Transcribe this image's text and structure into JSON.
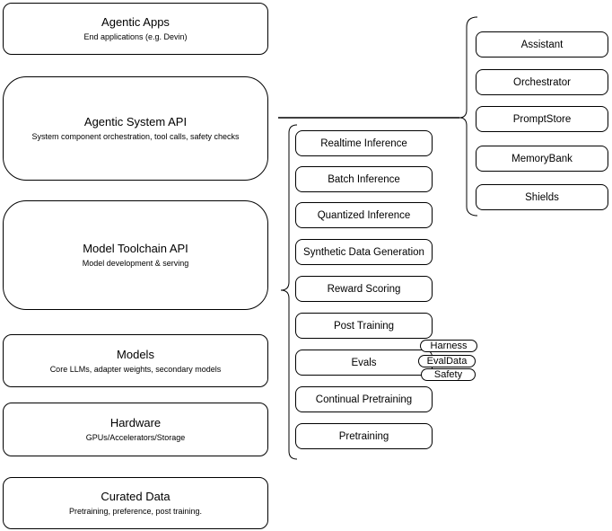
{
  "diagram": {
    "left_stack": [
      {
        "title": "Agentic Apps",
        "subtitle": "End applications (e.g. Devin)"
      },
      {
        "title": "Agentic System API",
        "subtitle": "System component orchestration, tool calls, safety checks"
      },
      {
        "title": "Model Toolchain API",
        "subtitle": "Model development & serving"
      },
      {
        "title": "Models",
        "subtitle": "Core LLMs, adapter weights, secondary models"
      },
      {
        "title": "Hardware",
        "subtitle": "GPUs/Accelerators/Storage"
      },
      {
        "title": "Curated Data",
        "subtitle": "Pretraining, preference, post training."
      }
    ],
    "toolchain_stack": [
      "Realtime Inference",
      "Batch Inference",
      "Quantized Inference",
      "Synthetic Data Generation",
      "Reward Scoring",
      "Post Training",
      "Evals",
      "Continual Pretraining",
      "Pretraining"
    ],
    "evals_tags": [
      "Harness",
      "EvalData",
      "Safety"
    ],
    "system_components": [
      "Assistant",
      "Orchestrator",
      "PromptStore",
      "MemoryBank",
      "Shields"
    ],
    "colors": {
      "stroke": "#000000",
      "fill": "#ffffff",
      "text": "#000000"
    }
  }
}
